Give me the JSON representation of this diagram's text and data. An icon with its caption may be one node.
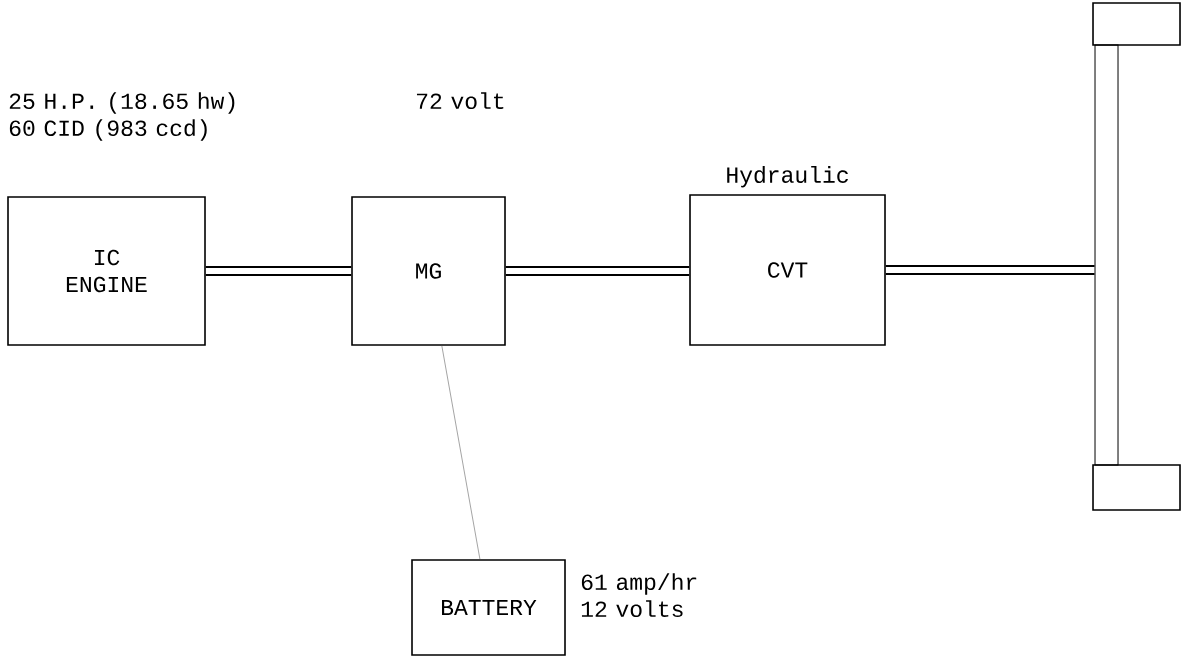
{
  "diagram": {
    "nodes": [
      {
        "text": [
          "IC ENGINE"
        ],
        "beside": [
          "25 H.P. (18.65 hw) 60 CID (983 ccd)"
        ]
      },
      {
        "text": [
          "MG"
        ],
        "beside": [
          "72 volt"
        ]
      },
      {
        "text": [
          "Hydraulic",
          "CVT"
        ]
      },
      {
        "text": [],
        "shape": "box"
      },
      {
        "text": [],
        "shape": "bar"
      },
      {
        "text": [],
        "shape": "box"
      },
      {
        "text": [
          "BATTERY"
        ],
        "beside": [
          "61 amp/hr 12 volts"
        ]
      }
    ],
    "edges": [
      {
        "from": 0,
        "to": 1,
        "arrow": "none"
      },
      {
        "from": 1,
        "to": 2,
        "arrow": "none"
      },
      {
        "from": 2,
        "to": 4,
        "arrow": "none"
      },
      {
        "from": 1,
        "to": 6,
        "arrow": "none",
        "color": "#666666"
      }
    ]
  }
}
